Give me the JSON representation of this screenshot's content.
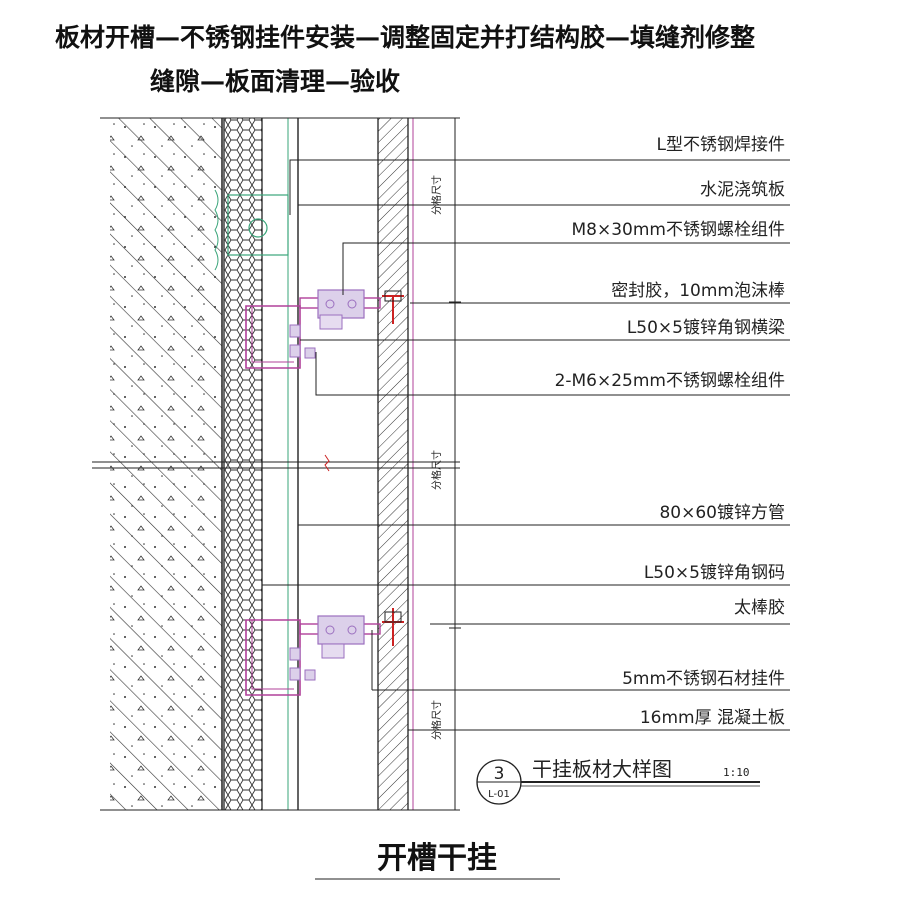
{
  "header": {
    "line1": "板材开槽—不锈钢挂件安装—调整固定并打结构胶—填缝剂修整",
    "line2": "缝隙—板面清理—验收"
  },
  "callouts": [
    "L型不锈钢焊接件",
    "水泥浇筑板",
    "M8×30mm不锈钢螺栓组件",
    "密封胶，10mm泡沫棒",
    "L50×5镀锌角钢横梁",
    "2-M6×25mm不锈钢螺栓组件",
    "80×60镀锌方管",
    "L50×5镀锌角钢码",
    "太棒胶",
    "5mm不锈钢石材挂件",
    "16mm厚 混凝土板"
  ],
  "dimension_label": "分格尺寸",
  "detail": {
    "number": "3",
    "sheet": "L-01",
    "title": "干挂板材大样图",
    "scale": "1:10"
  },
  "caption": "开槽干挂",
  "colors": {
    "line": "#222222",
    "accent_red": "#cc2222",
    "accent_magenta": "#b0409a",
    "accent_green": "#3aa57a",
    "accent_purple": "#9b6fbf"
  }
}
